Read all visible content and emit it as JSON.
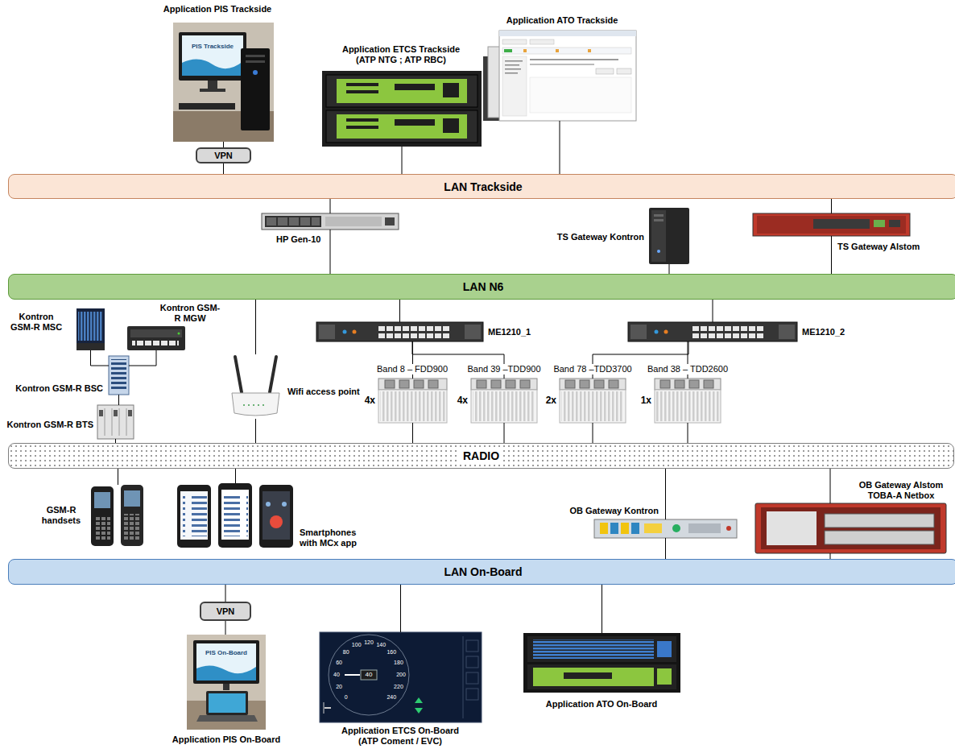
{
  "diagram": {
    "nodes": [
      {
        "text": [
          "Application PIS Trackside",
          "PIS Trackside"
        ]
      },
      {
        "text": [
          "Application ETCS Trackside (ATP NTG ; ATP RBC)"
        ]
      },
      {
        "text": [
          "Application ATO Trackside"
        ]
      },
      {
        "text": [
          "VPN"
        ]
      },
      {
        "text": [
          "LAN Trackside"
        ]
      },
      {
        "text": [
          "HP Gen-10"
        ]
      },
      {
        "text": [
          "TS Gateway Kontron"
        ]
      },
      {
        "text": [
          "TS Gateway Alstom"
        ]
      },
      {
        "text": [
          "LAN N6"
        ]
      },
      {
        "text": [
          "Kontron GSM-R MSC"
        ]
      },
      {
        "text": [
          "Kontron GSM-R MGW"
        ]
      },
      {
        "text": [
          "Kontron GSM-R BSC"
        ]
      },
      {
        "text": [
          "Kontron GSM-R BTS"
        ]
      },
      {
        "text": [
          "Wifi access point"
        ]
      },
      {
        "text": [
          "ME1210_1"
        ]
      },
      {
        "text": [
          "ME1210_2"
        ]
      },
      {
        "text": [
          "Band 8 – FDD900",
          "4x"
        ]
      },
      {
        "text": [
          "Band 39 –TDD900",
          "4x"
        ]
      },
      {
        "text": [
          "Band 78 –TDD3700",
          "2x"
        ]
      },
      {
        "text": [
          "Band 38 – TDD2600",
          "1x"
        ]
      },
      {
        "text": [
          "RADIO"
        ]
      },
      {
        "text": [
          "GSM-R handsets"
        ]
      },
      {
        "text": [
          "Smartphones with MCx app"
        ]
      },
      {
        "text": [
          "OB Gateway Kontron"
        ]
      },
      {
        "text": [
          "OB Gateway Alstom TOBA-A Netbox"
        ]
      },
      {
        "text": [
          "LAN On-Board"
        ]
      },
      {
        "text": [
          "VPN"
        ]
      },
      {
        "text": [
          "Application PIS On-Board",
          "PIS On-Board"
        ]
      },
      {
        "text": [
          "Application ETCS On-Board (ATP Coment / EVC)",
          "0",
          "20",
          "40",
          "60",
          "80",
          "100",
          "120",
          "140",
          "160",
          "180",
          "200",
          "220",
          "240",
          "40"
        ]
      },
      {
        "text": [
          "Application ATO On-Board"
        ]
      }
    ],
    "edges": [
      {
        "from": 0,
        "to": 3,
        "arrow": "none"
      },
      {
        "from": 3,
        "to": 4,
        "arrow": "none"
      },
      {
        "from": 1,
        "to": 4,
        "arrow": "none"
      },
      {
        "from": 2,
        "to": 4,
        "arrow": "none"
      },
      {
        "from": 4,
        "to": 5,
        "arrow": "none"
      },
      {
        "from": 5,
        "to": 8,
        "arrow": "none"
      },
      {
        "from": 6,
        "to": 8,
        "arrow": "none"
      },
      {
        "from": 4,
        "to": 7,
        "arrow": "none"
      },
      {
        "from": 7,
        "to": 8,
        "arrow": "none"
      },
      {
        "from": 8,
        "to": 13,
        "arrow": "none"
      },
      {
        "from": 8,
        "to": 14,
        "arrow": "none"
      },
      {
        "from": 8,
        "to": 15,
        "arrow": "none"
      },
      {
        "from": 9,
        "to": 11,
        "arrow": "none"
      },
      {
        "from": 10,
        "to": 11,
        "arrow": "none"
      },
      {
        "from": 11,
        "to": 12,
        "arrow": "none"
      },
      {
        "from": 12,
        "to": 20,
        "arrow": "none"
      },
      {
        "from": 13,
        "to": 20,
        "arrow": "none"
      },
      {
        "from": 14,
        "to": 16,
        "arrow": "none"
      },
      {
        "from": 14,
        "to": 17,
        "arrow": "none"
      },
      {
        "from": 15,
        "to": 18,
        "arrow": "none"
      },
      {
        "from": 15,
        "to": 19,
        "arrow": "none"
      },
      {
        "from": 16,
        "to": 20,
        "arrow": "none"
      },
      {
        "from": 17,
        "to": 20,
        "arrow": "none"
      },
      {
        "from": 18,
        "to": 20,
        "arrow": "none"
      },
      {
        "from": 19,
        "to": 20,
        "arrow": "none"
      },
      {
        "from": 20,
        "to": 21,
        "arrow": "none"
      },
      {
        "from": 20,
        "to": 22,
        "arrow": "none"
      },
      {
        "from": 20,
        "to": 23,
        "arrow": "none"
      },
      {
        "from": 20,
        "to": 24,
        "arrow": "none"
      },
      {
        "from": 23,
        "to": 25,
        "arrow": "none"
      },
      {
        "from": 24,
        "to": 25,
        "arrow": "none"
      },
      {
        "from": 25,
        "to": 26,
        "arrow": "none"
      },
      {
        "from": 26,
        "to": 27,
        "arrow": "none"
      },
      {
        "from": 25,
        "to": 28,
        "arrow": "none"
      },
      {
        "from": 25,
        "to": 29,
        "arrow": "none"
      }
    ]
  }
}
